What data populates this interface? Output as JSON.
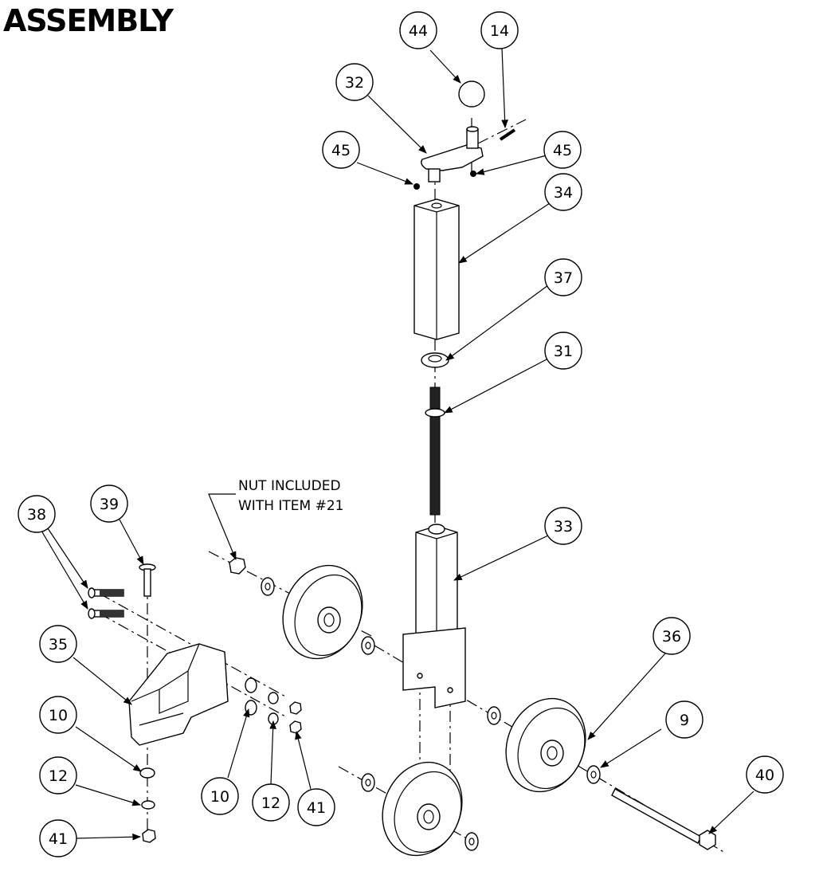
{
  "title": "ASSEMBLY",
  "note": {
    "line1": "NUT INCLUDED",
    "line2": "WITH ITEM #21"
  },
  "callouts": [
    {
      "id": "c44",
      "label": "44"
    },
    {
      "id": "c14",
      "label": "14"
    },
    {
      "id": "c32",
      "label": "32"
    },
    {
      "id": "c45a",
      "label": "45"
    },
    {
      "id": "c45b",
      "label": "45"
    },
    {
      "id": "c34",
      "label": "34"
    },
    {
      "id": "c37",
      "label": "37"
    },
    {
      "id": "c31",
      "label": "31"
    },
    {
      "id": "c33",
      "label": "33"
    },
    {
      "id": "c38",
      "label": "38"
    },
    {
      "id": "c39",
      "label": "39"
    },
    {
      "id": "c35",
      "label": "35"
    },
    {
      "id": "c10a",
      "label": "10"
    },
    {
      "id": "c12a",
      "label": "12"
    },
    {
      "id": "c41a",
      "label": "41"
    },
    {
      "id": "c10b",
      "label": "10"
    },
    {
      "id": "c12b",
      "label": "12"
    },
    {
      "id": "c41b",
      "label": "41"
    },
    {
      "id": "c36",
      "label": "36"
    },
    {
      "id": "c9",
      "label": "9"
    },
    {
      "id": "c40",
      "label": "40"
    }
  ]
}
